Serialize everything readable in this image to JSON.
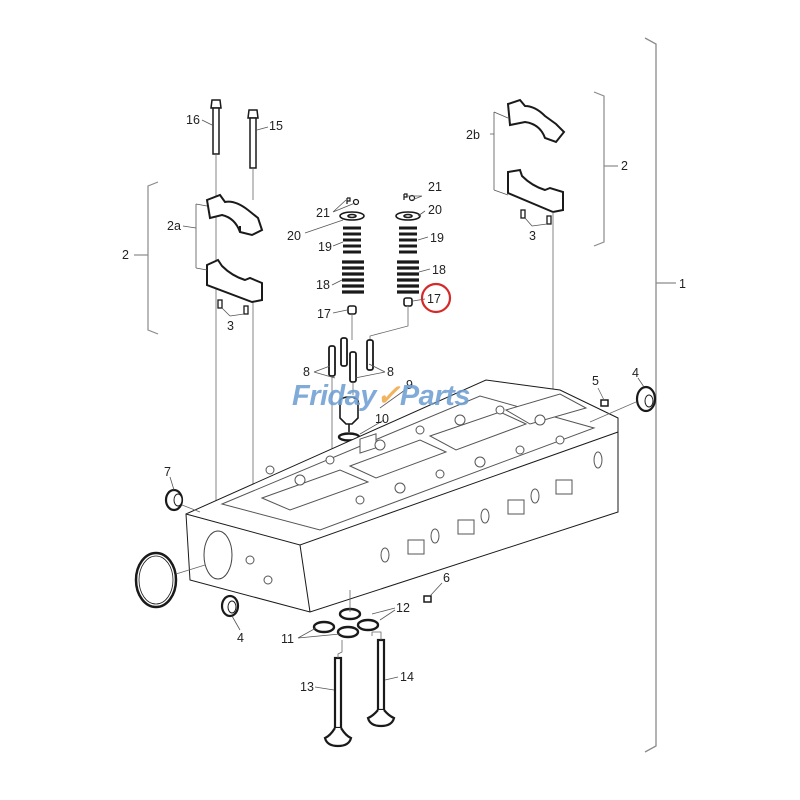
{
  "watermark": {
    "part1": "Friday",
    "check": "✓",
    "part2": "Parts",
    "color_blue": "#6f9fd3",
    "color_orange": "#f0a94a"
  },
  "highlight": {
    "label": "17",
    "color": "#d42a2a"
  },
  "callouts": {
    "c1": "1",
    "c2_left": "2",
    "c2_right": "2",
    "c2a": "2a",
    "c2b": "2b",
    "c3_left": "3",
    "c3_right": "3",
    "c4_right": "4",
    "c4_bottom": "4",
    "c5": "5",
    "c6": "6",
    "c7": "7",
    "c8_left": "8",
    "c8_right": "8",
    "c9": "9",
    "c10": "10",
    "c11": "11",
    "c12": "12",
    "c13": "13",
    "c14": "14",
    "c15": "15",
    "c16": "16",
    "c17_left": "17",
    "c17_right": "17",
    "c18_left": "18",
    "c18_right": "18",
    "c19_left": "19",
    "c19_right": "19",
    "c20_left": "20",
    "c20_right": "20",
    "c21_left": "21",
    "c21_right": "21"
  },
  "parts": [
    {
      "no": "1",
      "name": "cylinder-head-assembly"
    },
    {
      "no": "2",
      "name": "bearing-cap-kit"
    },
    {
      "no": "2a",
      "name": "bearing-cap-pair-a"
    },
    {
      "no": "2b",
      "name": "bearing-cap-pair-b"
    },
    {
      "no": "3",
      "name": "dowel-pin"
    },
    {
      "no": "4",
      "name": "plug"
    },
    {
      "no": "5",
      "name": "screw"
    },
    {
      "no": "6",
      "name": "screw"
    },
    {
      "no": "7",
      "name": "plug"
    },
    {
      "no": "8",
      "name": "valve-guide"
    },
    {
      "no": "9",
      "name": "injector-sleeve"
    },
    {
      "no": "10",
      "name": "o-ring"
    },
    {
      "no": "11",
      "name": "valve-seat"
    },
    {
      "no": "12",
      "name": "valve-seat"
    },
    {
      "no": "13",
      "name": "intake-valve"
    },
    {
      "no": "14",
      "name": "exhaust-valve"
    },
    {
      "no": "15",
      "name": "bolt"
    },
    {
      "no": "16",
      "name": "bolt"
    },
    {
      "no": "17",
      "name": "valve-stem-seal"
    },
    {
      "no": "18",
      "name": "outer-valve-spring"
    },
    {
      "no": "19",
      "name": "inner-valve-spring"
    },
    {
      "no": "20",
      "name": "spring-retainer"
    },
    {
      "no": "21",
      "name": "valve-cotter"
    }
  ]
}
